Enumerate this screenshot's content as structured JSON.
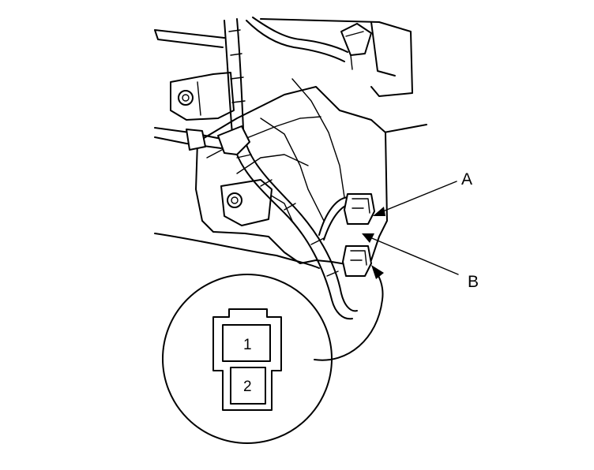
{
  "diagram": {
    "callouts": {
      "a": "A",
      "b": "B"
    },
    "connector_detail": {
      "pin_1": "1",
      "pin_2": "2"
    }
  }
}
